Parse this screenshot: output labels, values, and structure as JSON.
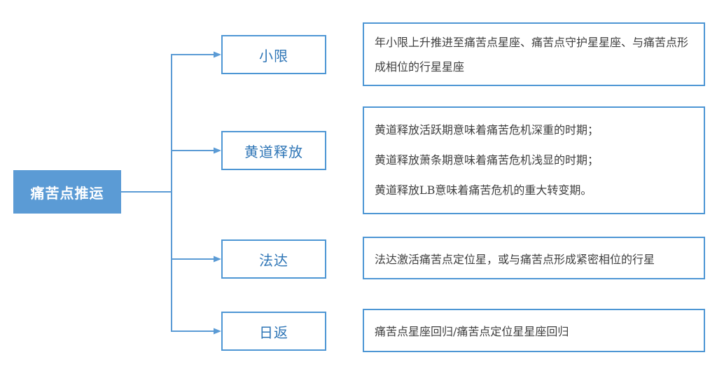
{
  "diagram": {
    "root": {
      "label": "痛苦点推运"
    },
    "branches": [
      {
        "label": "小限",
        "description": [
          "年小限上升推进至痛苦点星座、痛苦点守护星星座、与痛苦点形成相位的行星星座"
        ]
      },
      {
        "label": "黄道释放",
        "description": [
          "黄道释放活跃期意味着痛苦危机深重的时期；",
          "黄道释放萧条期意味着痛苦危机浅显的时期；",
          "黄道释放LB意味着痛苦危机的重大转变期。"
        ]
      },
      {
        "label": "法达",
        "description": [
          "法达激活痛苦点定位星，或与痛苦点形成紧密相位的行星"
        ]
      },
      {
        "label": "日返",
        "description": [
          "痛苦点星座回归/痛苦点定位星星座回归"
        ]
      }
    ]
  },
  "colors": {
    "accent": "#5B9BD5",
    "node_border": "#4D96D4",
    "node_text": "#2E75B6",
    "desc_border": "#4D96D4",
    "desc_text": "#3F3F3F",
    "root_fill": "#5B9BD5",
    "root_text": "#FFFFFF"
  }
}
